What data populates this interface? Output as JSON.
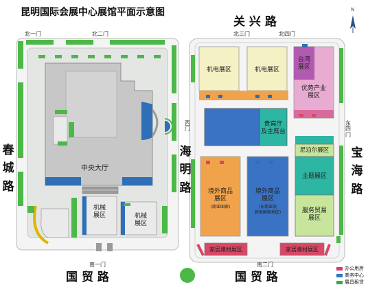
{
  "title": "昆明国际会展中心展馆平面示意图",
  "compass": {
    "label": "N"
  },
  "roads": {
    "north": "关 兴 路",
    "south_left": "国 贸 路",
    "south_right": "国 贸 路",
    "west": "春城路",
    "middle": "海明路",
    "east": "宝海路"
  },
  "gates": {
    "north1": "北一门",
    "north2": "北二门",
    "north3": "北三门",
    "north4": "北四门",
    "south1": "南一门",
    "south2": "南二门",
    "west": "西门",
    "east4": "东四门"
  },
  "halls": {
    "central": "中央大厅",
    "machinery_1": "机械\n展区",
    "machinery_2": "机械\n展区",
    "electromech_1": "机电展区",
    "electromech_2": "机电展区",
    "taiwan": "台湾\n展区",
    "advantage": "优势产业\n展区",
    "vip": "贵宾厅\n及主席台",
    "nepal": "尼泊尔展区",
    "theme": "主题展区",
    "foreign_1_title": "境外商品\n展区",
    "foreign_1_sub": "(南亚国家)",
    "foreign_2_title": "境外商品\n展区",
    "foreign_2_sub": "(东南亚及\n其他国家地区)",
    "service": "服务贸易\n展区",
    "home_1": "家居建材展区",
    "home_2": "家居建材展区"
  },
  "legend": [
    {
      "label": "办公用房",
      "color": "#d63a73"
    },
    {
      "label": "商务中心",
      "color": "#2e78c8"
    },
    {
      "label": "展具租赁",
      "color": "#2fae3c"
    }
  ],
  "colors": {
    "green": "#4cb847",
    "yellow": "#f4f2c4",
    "orange": "#f1a34b",
    "blue": "#3a73c4",
    "teal": "#2db6a3",
    "purple": "#b05bb0",
    "pink": "#e7a8d0",
    "lightgreen": "#c7e69b",
    "red": "#d94766",
    "gray": "#c8c8c8",
    "darkgray": "#9a9a9a"
  }
}
